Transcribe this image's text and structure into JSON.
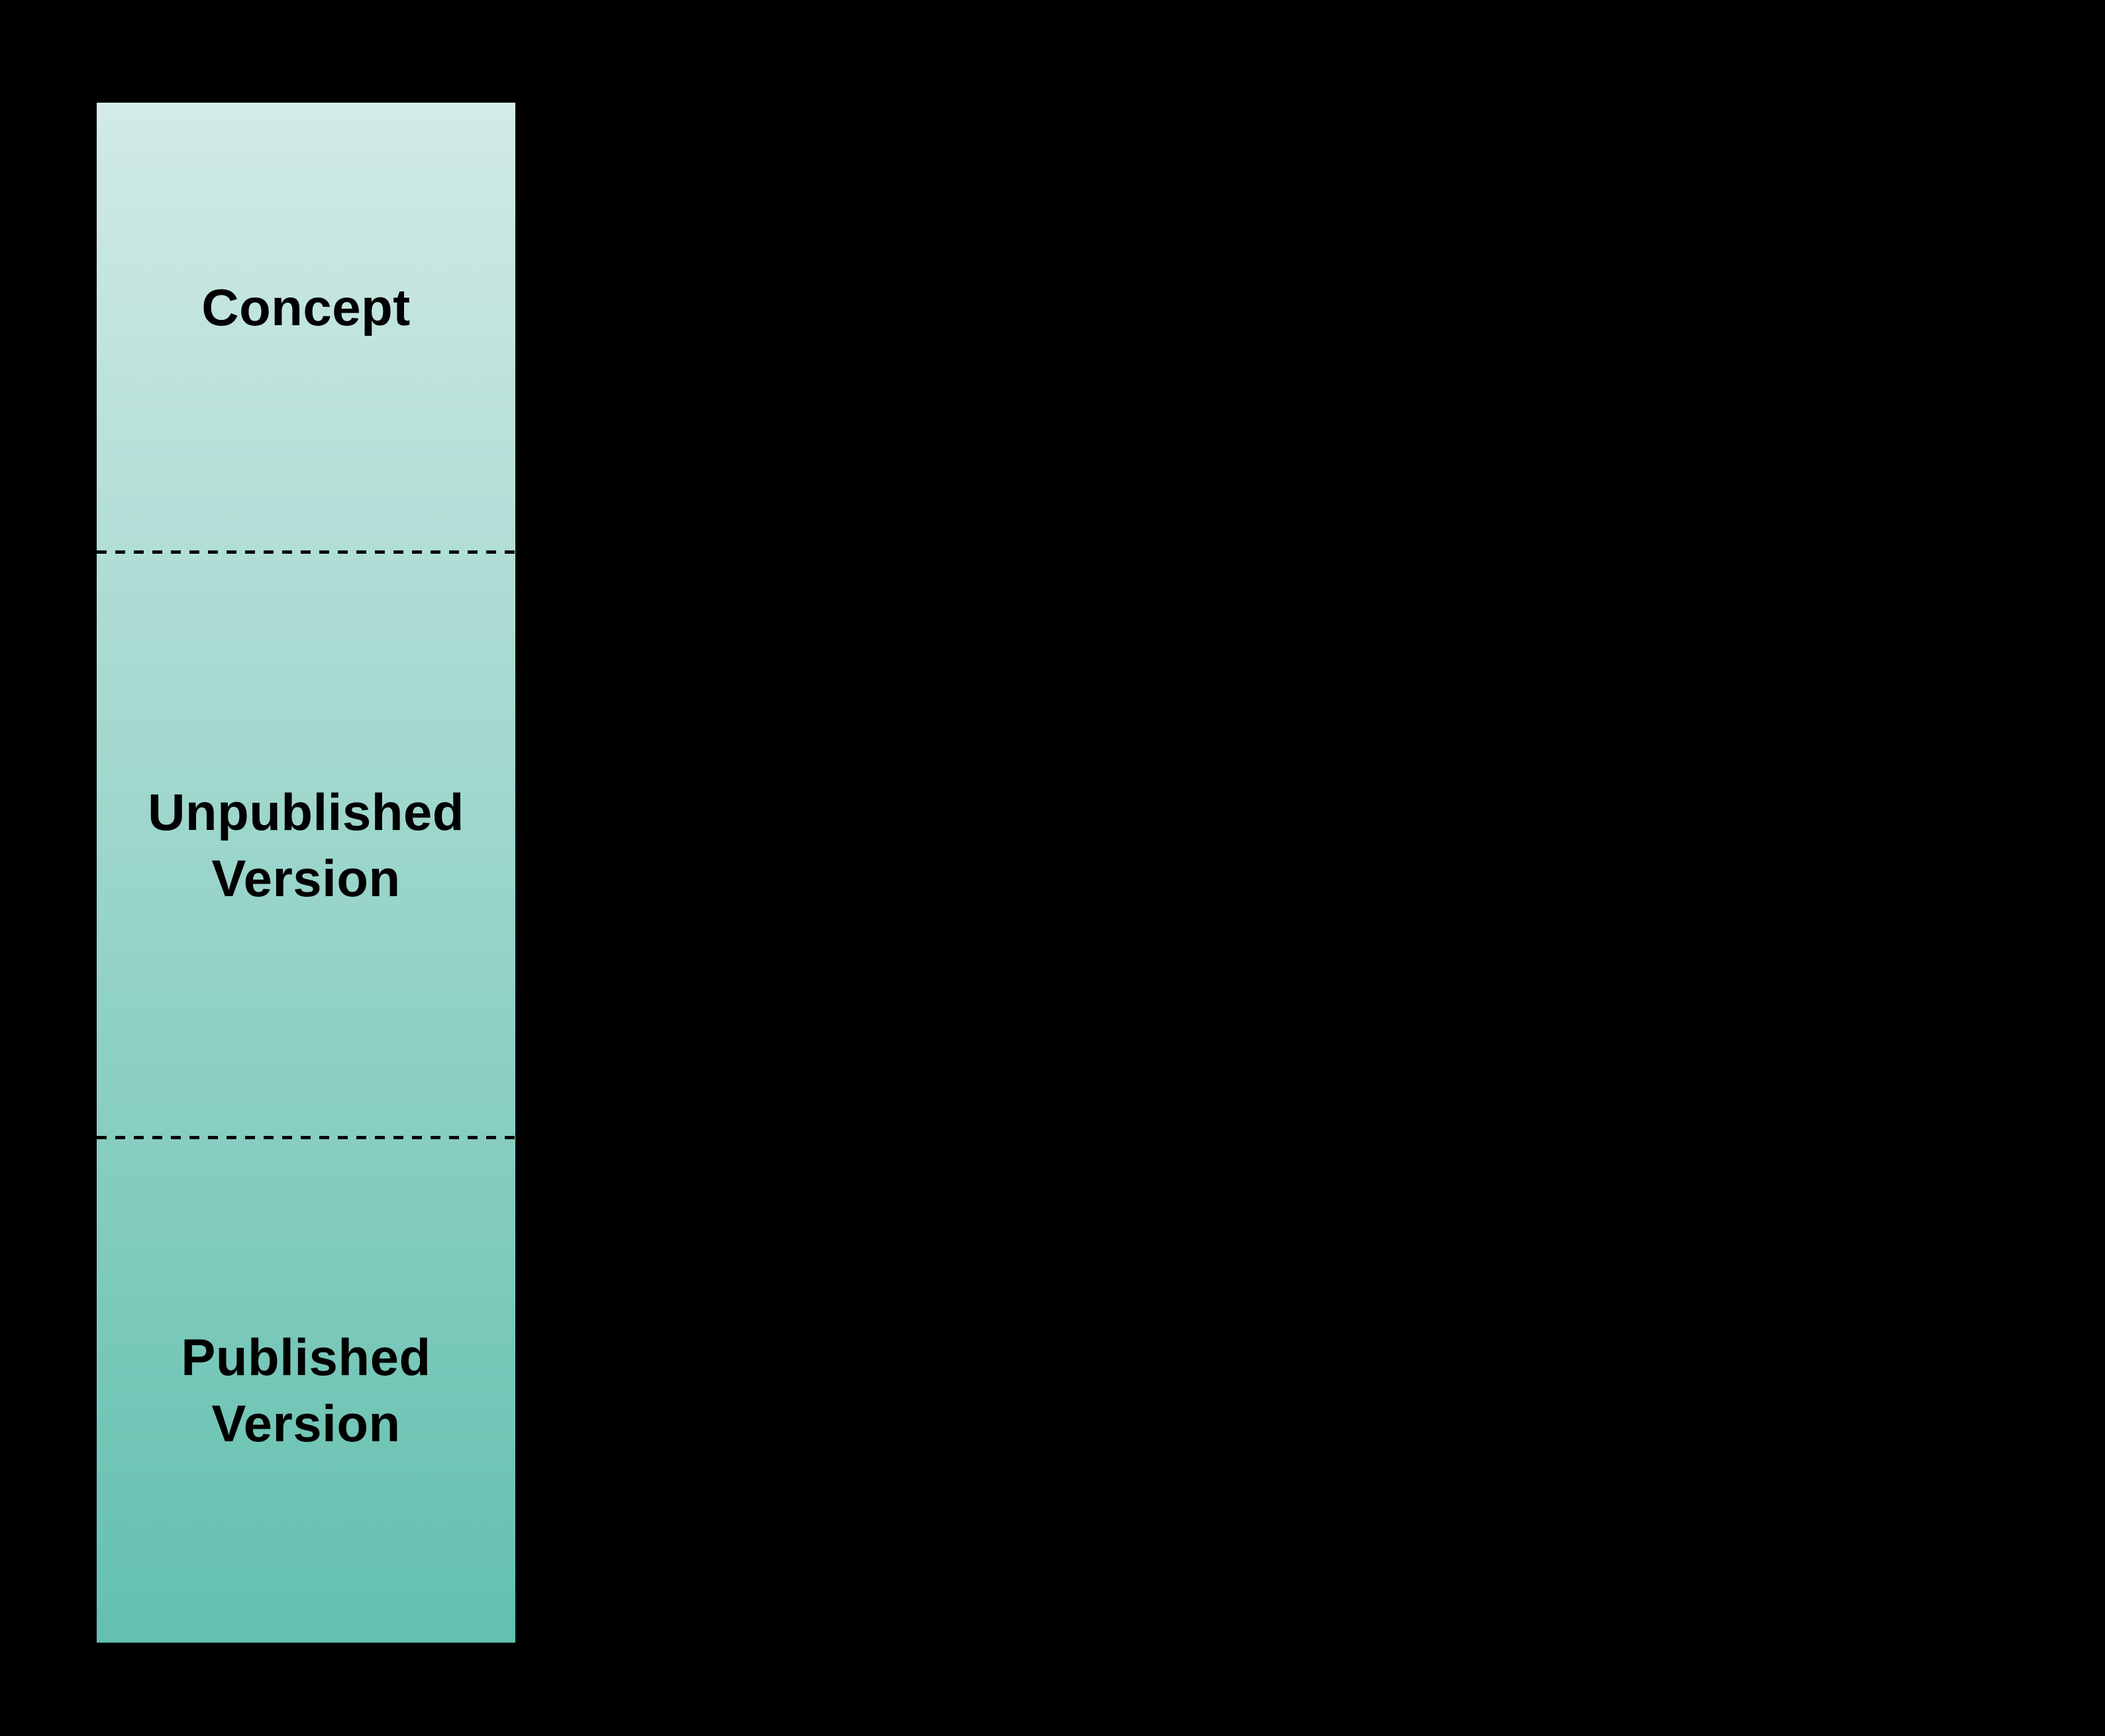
{
  "canvas": {
    "background_color": "#000000"
  },
  "lane": {
    "gradient_top_color": "#cfe9e5",
    "gradient_bottom_color": "#63c0af",
    "divider_color": "#000000",
    "divider_style": "dashed",
    "text_color": "#000000",
    "sections": [
      {
        "label": "Concept"
      },
      {
        "label": "Unpublished Version"
      },
      {
        "label": "Published Version"
      }
    ]
  }
}
